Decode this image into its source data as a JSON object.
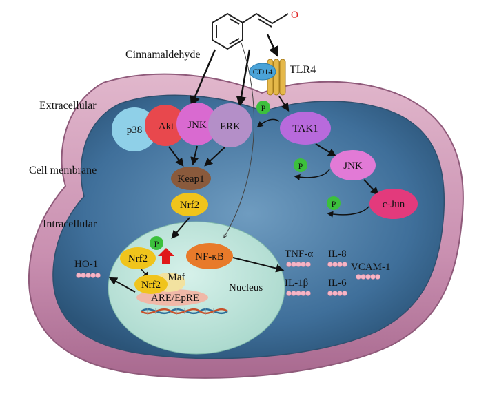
{
  "compound": {
    "name": "Cinnamaldehyde",
    "oxygen": "O"
  },
  "regions": {
    "extracellular": "Extracellular",
    "membrane": "Cell membrane",
    "intracellular": "Intracellular",
    "nucleus": "Nucleus"
  },
  "receptor": {
    "tlr4": "TLR4",
    "cd14": "CD14"
  },
  "kinases": {
    "p38": "p38",
    "akt": "Akt",
    "jnk": "JNK",
    "erk": "ERK"
  },
  "nrf2_axis": {
    "keap1": "Keap1",
    "nrf2": "Nrf2",
    "nrf2_nuclear": "Nrf2",
    "nrf2_bound": "Nrf2",
    "maf": "Maf",
    "are": "ARE/EpRE",
    "phospho": "P",
    "ho1": "HO-1"
  },
  "tlr_axis": {
    "tak1": "TAK1",
    "jnk": "JNK",
    "cjun": "c-Jun",
    "phospho": "P",
    "nfkb": "NF-κB"
  },
  "cytokines": {
    "tnfa": "TNF-α",
    "il8": "IL-8",
    "il1b": "IL-1β",
    "il6": "IL-6",
    "vcam1": "VCAM-1"
  },
  "colors": {
    "membrane": "#c98fb0",
    "cytoplasm": "#3f6f9a",
    "nucleus": "#bfe6dc",
    "p38": "#8fd0e8",
    "akt": "#e8484d",
    "jnk_top": "#d96ad0",
    "erk": "#b48fc8",
    "keap1": "#8a5a3c",
    "nrf2": "#f0c41c",
    "tak1": "#b86adc",
    "jnk2": "#e27ad6",
    "cjun": "#e33a7c",
    "nfkb": "#e87a2a",
    "phospho": "#3cc03c",
    "maf": "#f2e2a0",
    "are": "#f0b8a8",
    "beads": "#f6b5c6",
    "receptor": "#e5b84a",
    "cd14": "#4aa3d8",
    "up_arrow": "#e01818"
  }
}
